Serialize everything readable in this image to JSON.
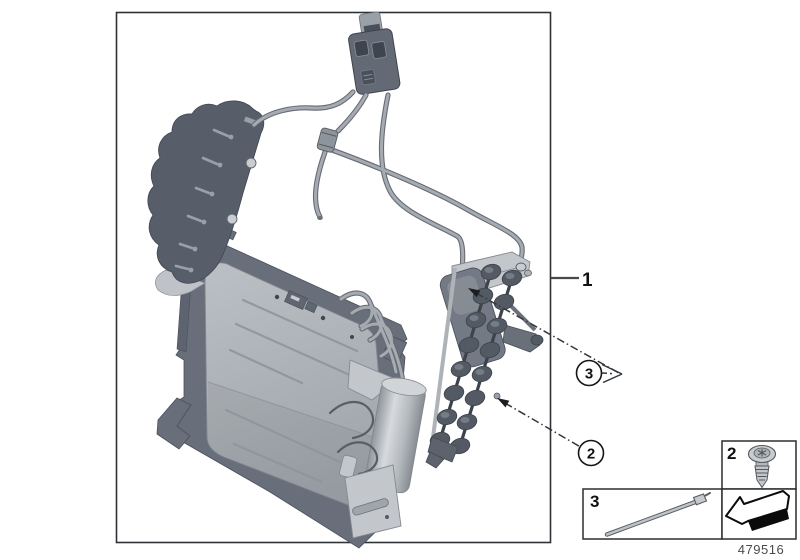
{
  "diagram": {
    "part_number": "479516",
    "callouts": {
      "c1": "1",
      "c2": "2",
      "c3": "3"
    },
    "legend": {
      "screw_label": "2",
      "tie_label": "3",
      "screw_icon": "torx-pan-head-screw-icon",
      "tie_icon": "cable-tie-icon",
      "arrow_icon": "direction-arrow-icon"
    },
    "colors": {
      "ink": "#2e3237",
      "leader": "#34383d",
      "label": "#4b4b4b",
      "metal-light": "#c3c7cb",
      "metal-mid": "#9aa0a7",
      "metal-dark": "#6a707c",
      "part-dark": "#575e6a",
      "tube": "#a6abb1",
      "tube-outline": "#666c75",
      "panel-top": "#b7bbc0",
      "panel-bottom": "#9ea4aa"
    }
  }
}
